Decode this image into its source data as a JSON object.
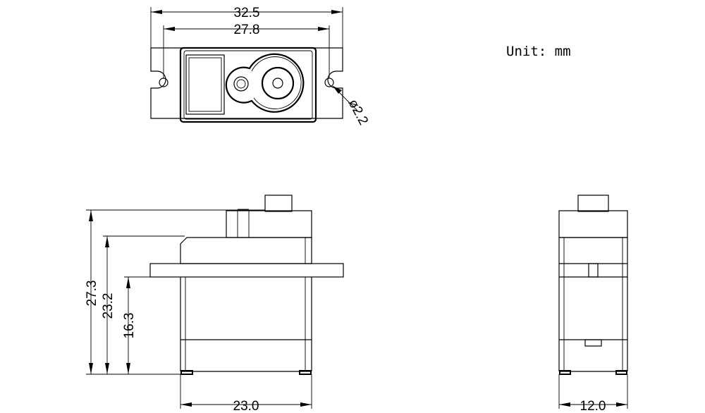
{
  "unit_label": "Unit: mm",
  "dimensions": {
    "top_overall_width": "32.5",
    "top_hole_spacing": "27.8",
    "hole_diameter": "ø2.2",
    "front_total_height": "27.3",
    "front_body_height": "23.2",
    "front_mount_height": "16.3",
    "front_body_width": "23.0",
    "side_body_width": "12.0"
  }
}
